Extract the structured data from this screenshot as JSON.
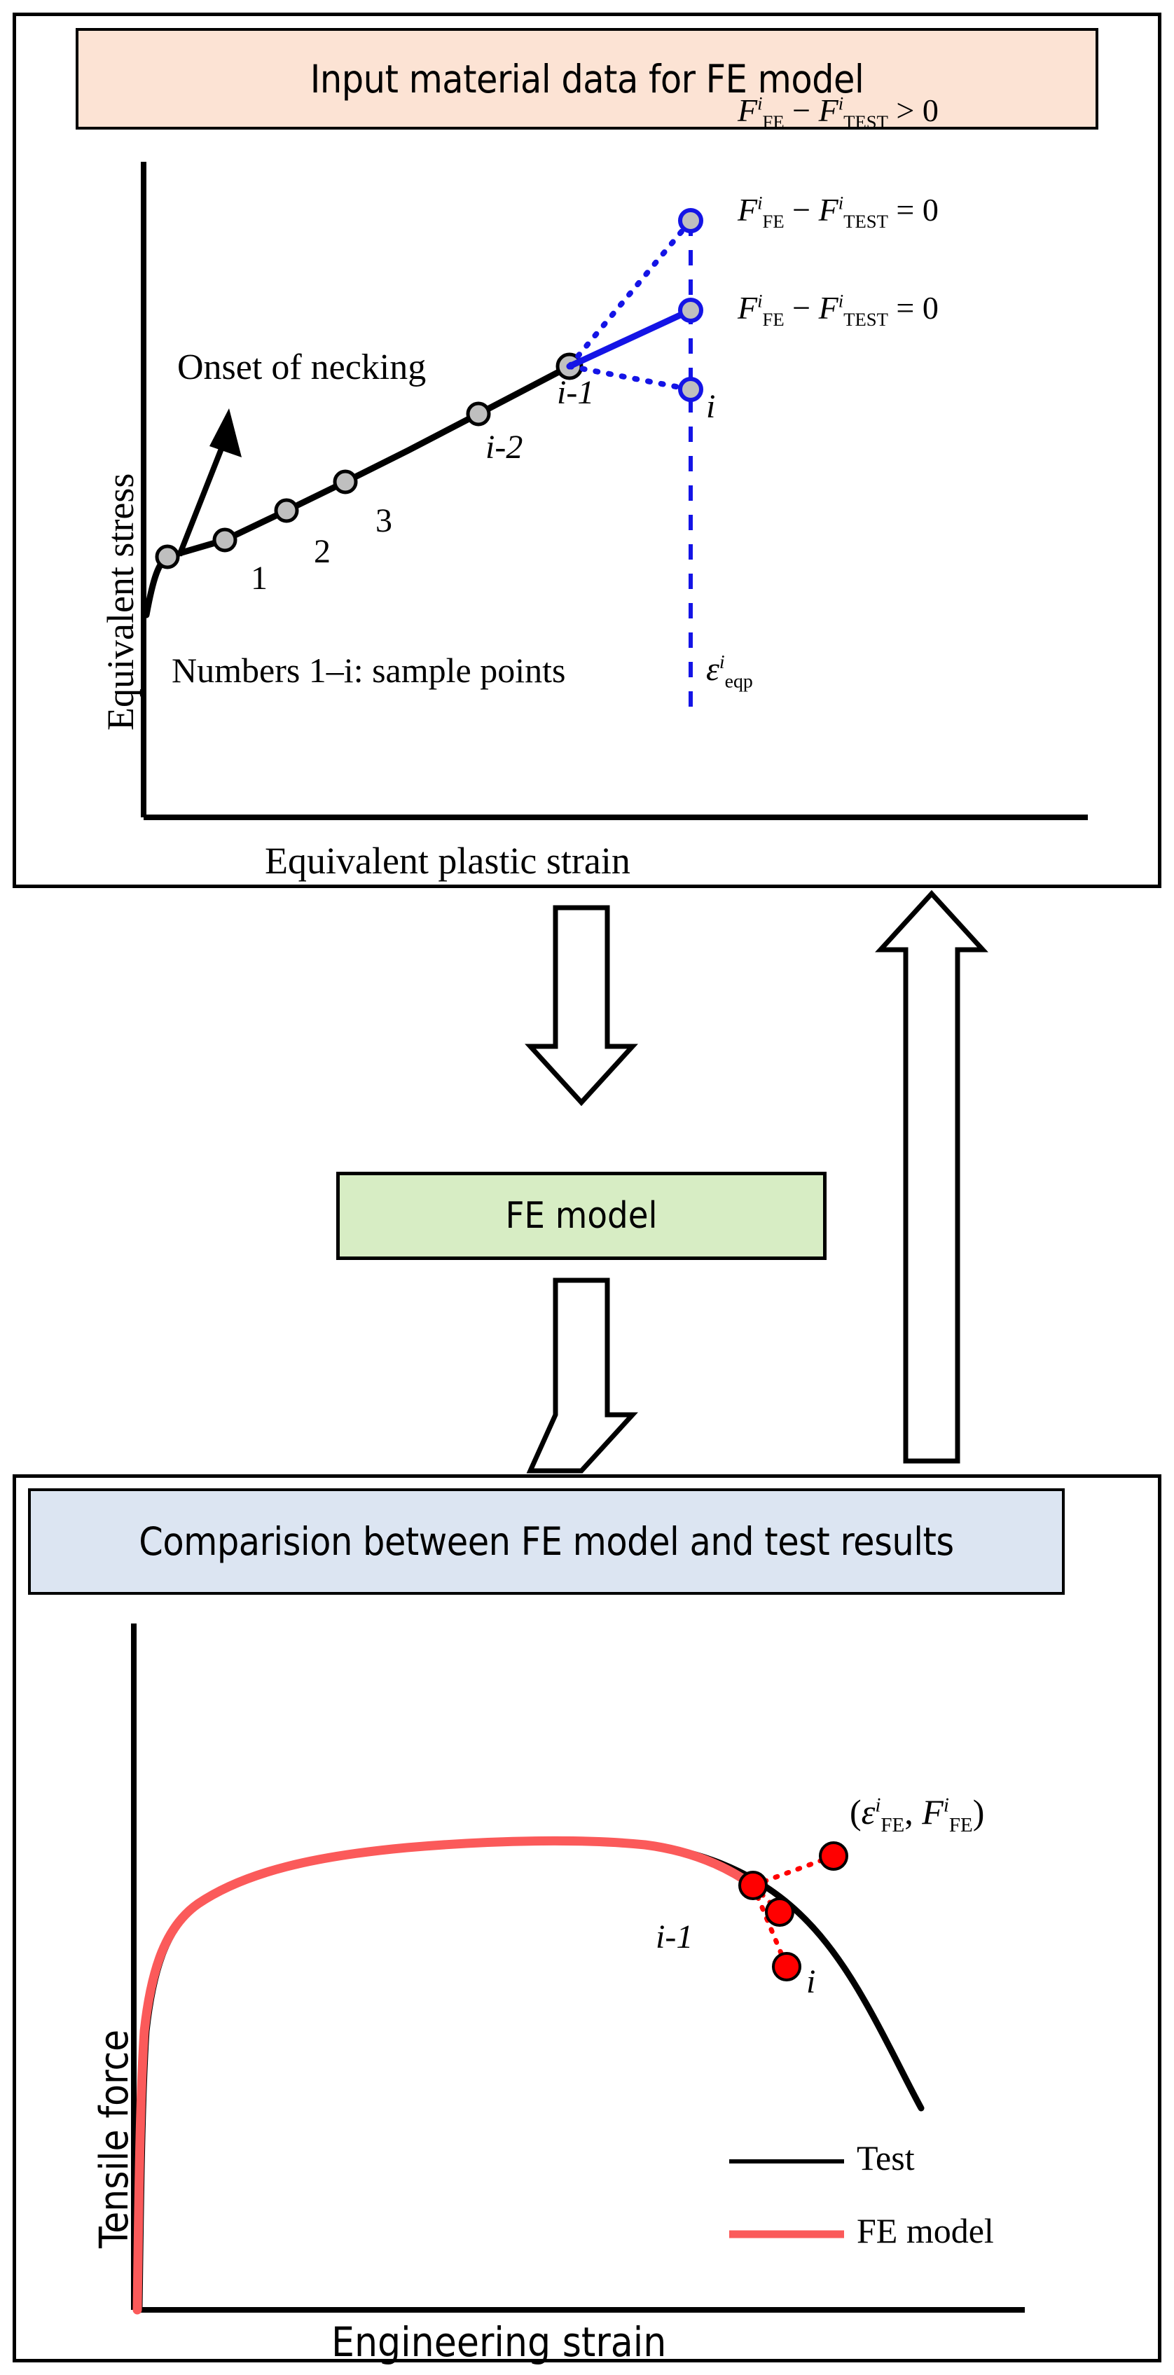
{
  "diagram": {
    "title_input_panel": "Input material data for FE model",
    "title_process_box": "FE model",
    "title_compare_panel": "Comparision between FE model and test results"
  },
  "colors": {
    "input_banner_bg": "#fce3d4",
    "process_box_bg": "#d7edc4",
    "compare_banner_bg": "#dce5f2",
    "border": "#000000",
    "branch_blue": "#1414e6",
    "fe_curve_red": "#fb5a5a",
    "marker_red": "#ff0000",
    "marker_gray": "#bfbfbf",
    "test_curve_black": "#000000"
  },
  "top_chart": {
    "type": "line",
    "xlabel": "Equivalent plastic strain",
    "ylabel": "Equivalent stress",
    "note": "Numbers 1–i: sample points",
    "onset_label": "Onset of necking",
    "strain_marker_label": {
      "base": "ε",
      "sup": "i",
      "sub": "eqp"
    },
    "point_labels": [
      "1",
      "2",
      "3",
      "i-2",
      "i-1",
      "i"
    ],
    "equations": [
      {
        "lhs_base": "F",
        "lhs_sup": "i",
        "lhs_sub": "FE",
        "op": "−",
        "rhs_base": "F",
        "rhs_sup": "i",
        "rhs_sub": "TEST",
        "rel": ">",
        "value": "0"
      },
      {
        "lhs_base": "F",
        "lhs_sup": "i",
        "lhs_sub": "FE",
        "op": "−",
        "rhs_base": "F",
        "rhs_sup": "i",
        "rhs_sub": "TEST",
        "rel": "=",
        "value": "0"
      },
      {
        "lhs_base": "F",
        "lhs_sup": "i",
        "lhs_sub": "FE",
        "op": "−",
        "rhs_base": "F",
        "rhs_sup": "i",
        "rhs_sub": "TEST",
        "rel": "=",
        "value": "0"
      }
    ],
    "hardening_curve_points": [
      {
        "x": 0.0,
        "y": 0.1
      },
      {
        "x": 0.02,
        "y": 0.28
      },
      {
        "x": 0.05,
        "y": 0.33
      },
      {
        "x": 0.13,
        "y": 0.39
      },
      {
        "x": 0.22,
        "y": 0.45
      },
      {
        "x": 0.31,
        "y": 0.51
      },
      {
        "x": 0.5,
        "y": 0.64
      },
      {
        "x": 0.62,
        "y": 0.73
      }
    ],
    "sample_point_indices": [
      2,
      3,
      4,
      5,
      6,
      7
    ],
    "branch_endpoints": [
      {
        "label": "greater",
        "dy": "above",
        "style": "dotted"
      },
      {
        "label": "equal-mid",
        "dy": "level",
        "style": "solid"
      },
      {
        "label": "equal-low",
        "dy": "below",
        "style": "dotted"
      }
    ],
    "grid": false,
    "legend": null
  },
  "bottom_chart": {
    "type": "line",
    "xlabel": "Engineering strain",
    "ylabel": "Tensile force",
    "annotation": {
      "open": "(",
      "eps_base": "ε",
      "eps_sup": "i",
      "eps_sub": "FE",
      "comma": ",",
      "f_base": "F",
      "f_sup": "i",
      "f_sub": "FE",
      "close": ")"
    },
    "point_labels": [
      "i-1",
      "i"
    ],
    "legend": {
      "position": "bottom-right",
      "entries": [
        {
          "label": "Test",
          "color": "#000000",
          "width": 5
        },
        {
          "label": "FE model",
          "color": "#fb5a5a",
          "width": 9
        }
      ]
    },
    "force_curve_points": [
      {
        "x": 0.0,
        "y": 0.0
      },
      {
        "x": 0.004,
        "y": 0.42
      },
      {
        "x": 0.01,
        "y": 0.62
      },
      {
        "x": 0.03,
        "y": 0.74
      },
      {
        "x": 0.07,
        "y": 0.81
      },
      {
        "x": 0.14,
        "y": 0.86
      },
      {
        "x": 0.24,
        "y": 0.895
      },
      {
        "x": 0.34,
        "y": 0.905
      },
      {
        "x": 0.43,
        "y": 0.9
      },
      {
        "x": 0.52,
        "y": 0.875
      },
      {
        "x": 0.62,
        "y": 0.825
      },
      {
        "x": 0.7,
        "y": 0.775
      },
      {
        "x": 0.76,
        "y": 0.73
      },
      {
        "x": 0.84,
        "y": 0.655
      },
      {
        "x": 0.92,
        "y": 0.56
      },
      {
        "x": 1.0,
        "y": 0.45
      }
    ],
    "fe_curve_fraction_of_test": 0.7,
    "grid": false
  },
  "flow": {
    "arrow_down_top": "down-arrow-input-to-model",
    "arrow_down_bottom": "down-arrow-model-to-compare",
    "arrow_up_feedback": "up-arrow-compare-to-input"
  }
}
